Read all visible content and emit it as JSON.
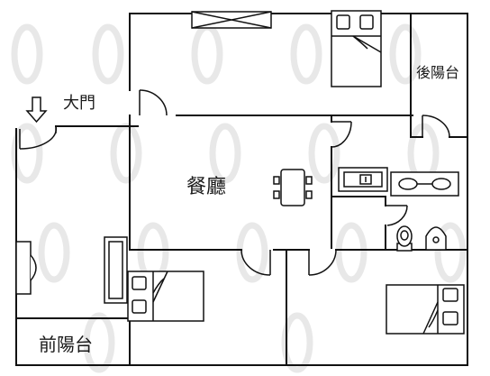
{
  "rooms": {
    "entrance": "大門",
    "dining": "餐廳",
    "rear_balcony": "後陽台",
    "front_balcony": "前陽台"
  },
  "icons": {
    "entrance_arrow": "down-arrow-icon",
    "bed": "bed-icon",
    "door": "door-swing-icon",
    "toilet": "toilet-icon",
    "sink": "sink-icon",
    "stove": "stove-icon",
    "dining_table": "dining-table-icon",
    "sofa": "sofa-icon",
    "air_conditioner": "air-conditioner-icon"
  },
  "colors": {
    "line": "#111111",
    "background": "#ffffff",
    "watermark": "#e6e6e6"
  }
}
